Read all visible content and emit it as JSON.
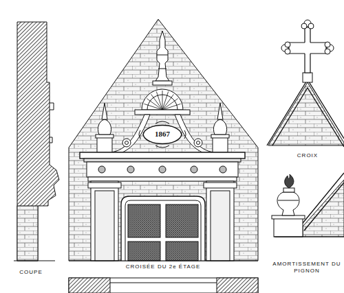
{
  "diagram": {
    "labels": [
      "COUPE",
      "CROISÉE DU 2e ÉTAGE",
      "CROIX",
      "AMORTISSEMENT DU PIGNON",
      "1867"
    ]
  }
}
